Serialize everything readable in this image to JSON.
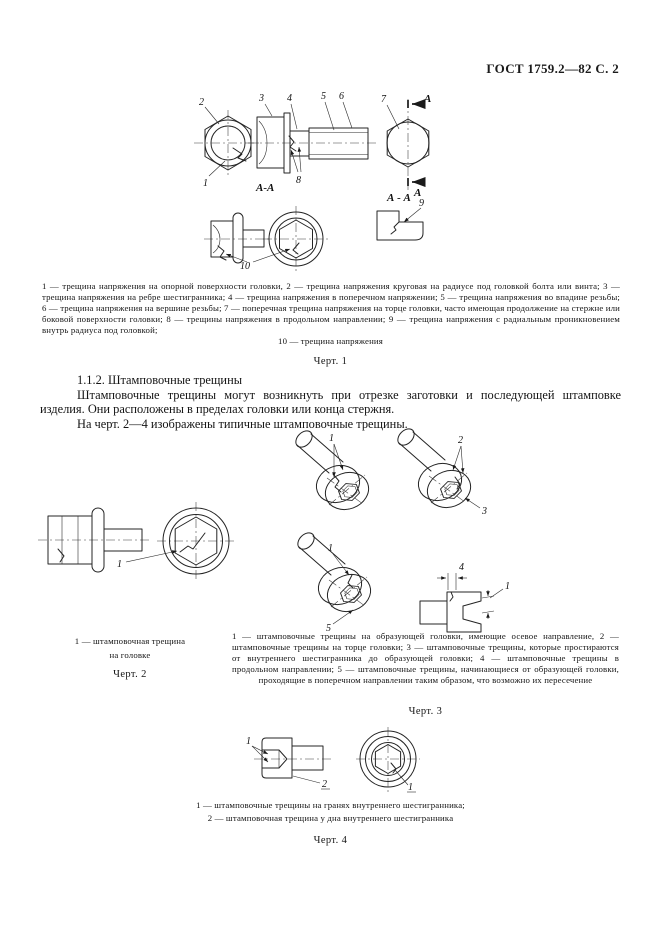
{
  "header": {
    "title": "ГОСТ 1759.2—82 С. 2"
  },
  "fig1": {
    "labels": {
      "mid": "А-А",
      "right": "А - А",
      "arrow_top": "А",
      "arrow_bottom": "А"
    },
    "callouts": {
      "c1": "1",
      "c2": "2",
      "c3": "3",
      "c4": "4",
      "c5": "5",
      "c6": "6",
      "c7": "7",
      "c8": "8",
      "c9": "9",
      "c10": "10"
    },
    "caption": "1 — трещина напряжения на опорной поверхности головки, 2 — трещина напряжения круговая на радиусе под головкой болта или винта; 3 — трещина напряжения на ребре шестигранника; 4 — трещина напряжения в поперечном напряжении; 5 — трещина напряжения во впадине резьбы; 6 — трещина напряжения на вершине резьбы; 7 — поперечная трещина напряжения на торце головки, часто имеющая продолжение на стержне или боковой поверхности головки; 8 — трещины напряжения в продольном направлении; 9 — трещина напряжения с радиальным проникновением внутрь радиуса под головкой;",
    "caption_last": "10 — трещина напряжения",
    "title": "Черт. 1"
  },
  "text": {
    "heading": "1.1.2. Штамповочные трещины",
    "para1": "Штамповочные трещины могут возникнуть при отрезке заготовки и последующей штамповке изделия. Они расположены в пределах головки или конца стержня.",
    "para2": "На черт. 2—4 изображены типичные штамповочные трещины."
  },
  "fig2": {
    "callout1": "1",
    "caption_line1": "1 — штамповочная трещина",
    "caption_line2": "на головке",
    "title": "Черт. 2"
  },
  "fig3": {
    "callouts": {
      "a1": "1",
      "b2": "2",
      "b3": "3",
      "c1": "1",
      "c5": "5",
      "d4": "4",
      "d1": "1"
    },
    "caption": "1 — штамповочные трещины на образующей головки, имеющие осевое направление, 2 — штамповочные трещины на торце головки; 3 — штамповочные трещины, которые простираются от внутреннего шестигранника до образующей головки; 4 — штамповочные трещины в продольном направлении; 5 — штамповочные трещины, начинающиеся от образующей головки, проходящие в поперечном направлении таким образом, что возможно их пересечение",
    "title": "Черт. 3"
  },
  "fig4": {
    "callouts": {
      "s1": "1",
      "s2": "2",
      "e1": "1"
    },
    "caption_line1": "1 — штамповочные трещины на гранях внутреннего шестигранника;",
    "caption_line2": "2 — штамповочная трещина у дна внутреннего шестигранника",
    "title": "Черт. 4"
  }
}
